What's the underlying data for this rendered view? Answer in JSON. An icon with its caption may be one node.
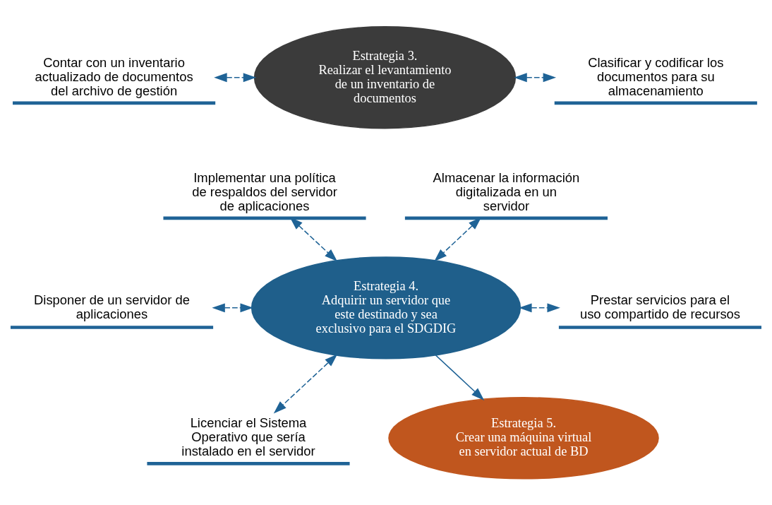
{
  "diagram": {
    "nodes": [
      {
        "text": [
          "Contar con un inventario actualizado de documentos del archivo de gestión"
        ]
      },
      {
        "text": [
          "Estrategia 3.",
          "Realizar el levantamiento de un inventario de documentos"
        ]
      },
      {
        "text": [
          "Clasificar y codificar los documentos para su almacenamiento"
        ]
      },
      {
        "text": [
          "Implementar una política de respaldos del servidor de aplicaciones"
        ]
      },
      {
        "text": [
          "Almacenar la información digitalizada en un servidor"
        ]
      },
      {
        "text": [
          "Disponer de un servidor de aplicaciones"
        ]
      },
      {
        "text": [
          "Estrategia 4.",
          "Adquirir un servidor que este destinado y sea exclusivo para el SDGDIG"
        ]
      },
      {
        "text": [
          "Prestar servicios para el uso compartido de recursos"
        ]
      },
      {
        "text": [
          "Licenciar el Sistema Operativo que sería instalado en el servidor"
        ]
      },
      {
        "text": [
          "Estrategia 5.",
          "Crear una máquina virtual en servidor actual de BD"
        ]
      }
    ],
    "edges": [
      {
        "from": 0,
        "to": 1,
        "arrow": "both",
        "style": "dashed"
      },
      {
        "from": 1,
        "to": 2,
        "arrow": "both",
        "style": "dashed"
      },
      {
        "from": 3,
        "to": 6,
        "arrow": "both",
        "style": "dashed"
      },
      {
        "from": 4,
        "to": 6,
        "arrow": "both",
        "style": "dashed"
      },
      {
        "from": 5,
        "to": 6,
        "arrow": "both",
        "style": "dashed"
      },
      {
        "from": 6,
        "to": 8,
        "arrow": "both",
        "style": "dashed"
      },
      {
        "from": 6,
        "to": 7,
        "arrow": "both",
        "style": "dashed"
      },
      {
        "from": 6,
        "to": 9,
        "arrow": "to"
      }
    ]
  }
}
